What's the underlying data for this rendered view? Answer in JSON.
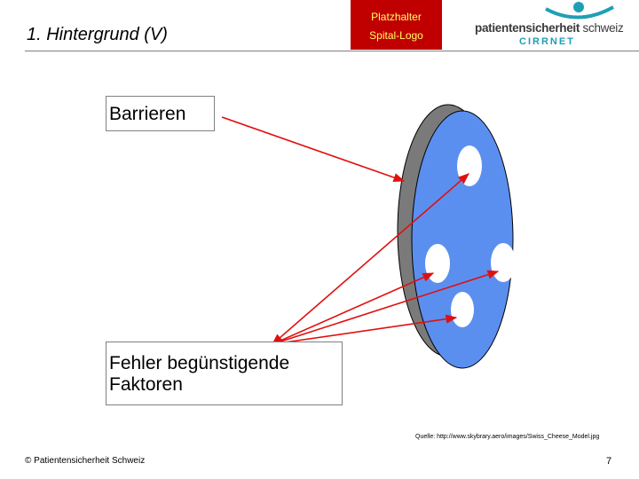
{
  "header": {
    "title": "1. Hintergrund (V)",
    "placeholder_line1": "Platzhalter",
    "placeholder_line2": "Spital-Logo",
    "brand_bold": "patientensicherheit",
    "brand_light": " schweiz",
    "brand_sub": "CIRRNET"
  },
  "diagram": {
    "label_barriers": "Barrieren",
    "label_factors": "Fehler begünstigende\nFaktoren",
    "colors": {
      "disc": "#5b8fef",
      "rim": "#7a7a7a",
      "arrow": "#e01010"
    }
  },
  "source": "Quelle: http://www.skybrary.aero/images/Swiss_Cheese_Model.jpg",
  "footer": {
    "copyright": "© Patientensicherheit Schweiz",
    "page": "7"
  }
}
